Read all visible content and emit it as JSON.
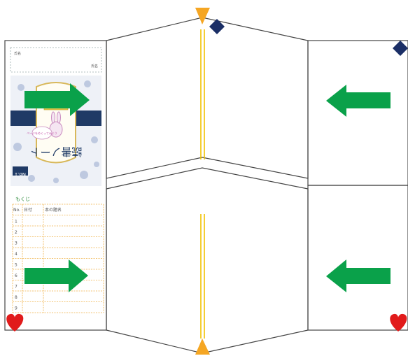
{
  "diagram": {
    "cover": {
      "label_top_left": "氏名",
      "label_top_right": "氏名",
      "title": "読書ノート",
      "bubble_text": "ページをめくってみよう",
      "volume_badge": "No.1"
    },
    "toc": {
      "heading": "もくじ",
      "headers": [
        "No.",
        "日付",
        "本の題名"
      ],
      "rows": [
        "1",
        "2",
        "3",
        "4",
        "5",
        "6",
        "7",
        "8",
        "9"
      ]
    },
    "arrows": {
      "top_left": "right",
      "bottom_left": "right",
      "top_right": "left",
      "bottom_right": "left"
    },
    "colors": {
      "arrow": "#0aa14a",
      "fold_line": "#f2c200",
      "triangle": "#f5a623",
      "diamond": "#1b2f66",
      "heart": "#e11b1b",
      "outline": "#444444",
      "cover_blue": "#1f3a66",
      "toc_grid": "#f0b24a",
      "toc_heading": "#2c8a3a"
    }
  }
}
